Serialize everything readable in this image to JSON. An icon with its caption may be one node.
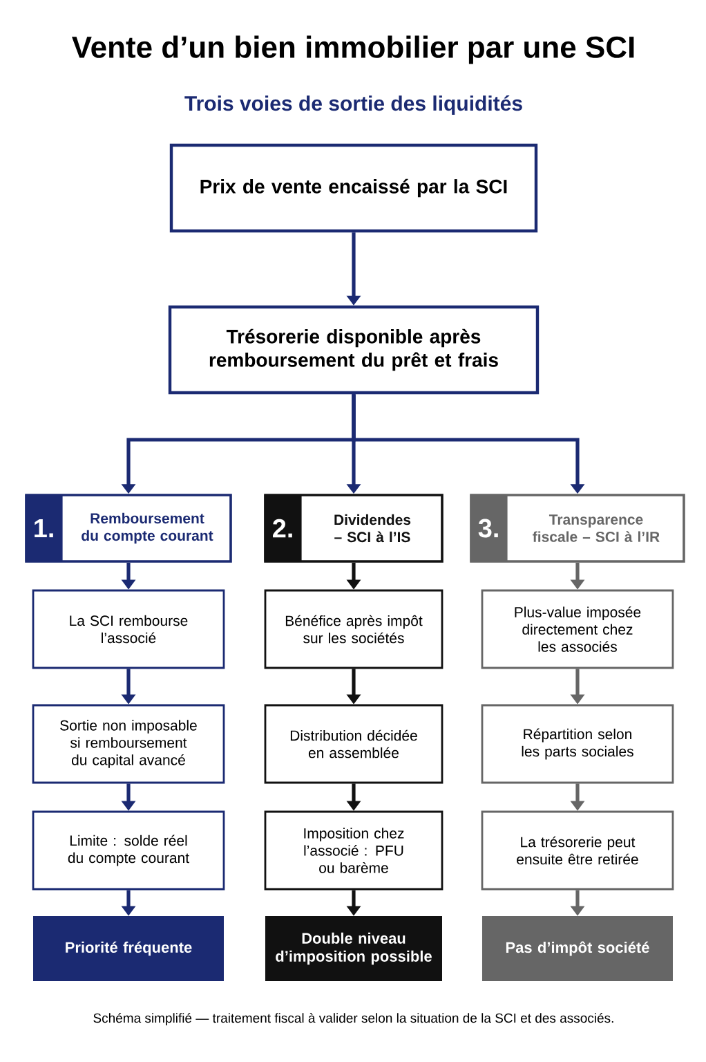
{
  "diagram": {
    "title": "Vente d’un bien immobilier par une SCI",
    "caption": "Schéma simplifié — traitement fiscal à valider selon la situation de la SCI et des associés.",
    "labels": [
      "Trois voies de sortie des liquidités"
    ],
    "nodes": [
      {
        "text": [
          "Prix de vente encaissé par la SCI"
        ]
      },
      {
        "text": [
          "Trésorerie disponible après remboursement du prêt et frais"
        ]
      },
      {
        "text": [
          "Remboursement du compte courant"
        ]
      },
      {
        "text": [
          "1."
        ],
        "in": 2
      },
      {
        "text": [
          "La SCI rembourse l’associé"
        ]
      },
      {
        "text": [
          "Sortie non imposable si remboursement du capital avancé"
        ]
      },
      {
        "text": [
          "Limite : solde réel du compte courant"
        ]
      },
      {
        "text": [
          "Priorité fréquente"
        ]
      },
      {
        "text": [
          "Dividendes – SCI à l’IS"
        ]
      },
      {
        "text": [
          "2."
        ],
        "in": 8
      },
      {
        "text": [
          "Bénéfice après impôt sur les sociétés"
        ]
      },
      {
        "text": [
          "Distribution décidée en assemblée"
        ]
      },
      {
        "text": [
          "Imposition chez l’associé : PFU ou barème"
        ]
      },
      {
        "text": [
          "Double niveau d’imposition possible"
        ]
      },
      {
        "text": [
          "Transparence fiscale – SCI à l’IR"
        ]
      },
      {
        "text": [
          "3."
        ],
        "in": 14
      },
      {
        "text": [
          "Plus-value imposée directement chez les associés"
        ]
      },
      {
        "text": [
          "Répartition selon les parts sociales"
        ]
      },
      {
        "text": [
          "La trésorerie peut ensuite être retirée"
        ]
      },
      {
        "text": [
          "Pas d’impôt société"
        ]
      }
    ],
    "edges": [
      {
        "from": 0,
        "to": 1,
        "arrow": "to"
      },
      {
        "from": 1,
        "to": 2,
        "arrow": "to"
      },
      {
        "from": 1,
        "to": 8,
        "arrow": "to"
      },
      {
        "from": 1,
        "to": 14,
        "arrow": "to"
      },
      {
        "from": 2,
        "to": 4,
        "arrow": "to"
      },
      {
        "from": 4,
        "to": 5,
        "arrow": "to"
      },
      {
        "from": 5,
        "to": 6,
        "arrow": "to"
      },
      {
        "from": 6,
        "to": 7,
        "arrow": "to"
      },
      {
        "from": 8,
        "to": 10,
        "arrow": "to",
        "color": "#111111"
      },
      {
        "from": 10,
        "to": 11,
        "arrow": "to",
        "color": "#111111"
      },
      {
        "from": 11,
        "to": 12,
        "arrow": "to",
        "color": "#111111"
      },
      {
        "from": 12,
        "to": 13,
        "arrow": "to",
        "color": "#111111"
      },
      {
        "from": 14,
        "to": 16,
        "arrow": "to",
        "color": "#666666"
      },
      {
        "from": 16,
        "to": 17,
        "arrow": "to",
        "color": "#666666"
      },
      {
        "from": 17,
        "to": 18,
        "arrow": "to",
        "color": "#666666"
      },
      {
        "from": 18,
        "to": 19,
        "arrow": "to",
        "color": "#666666"
      }
    ]
  }
}
